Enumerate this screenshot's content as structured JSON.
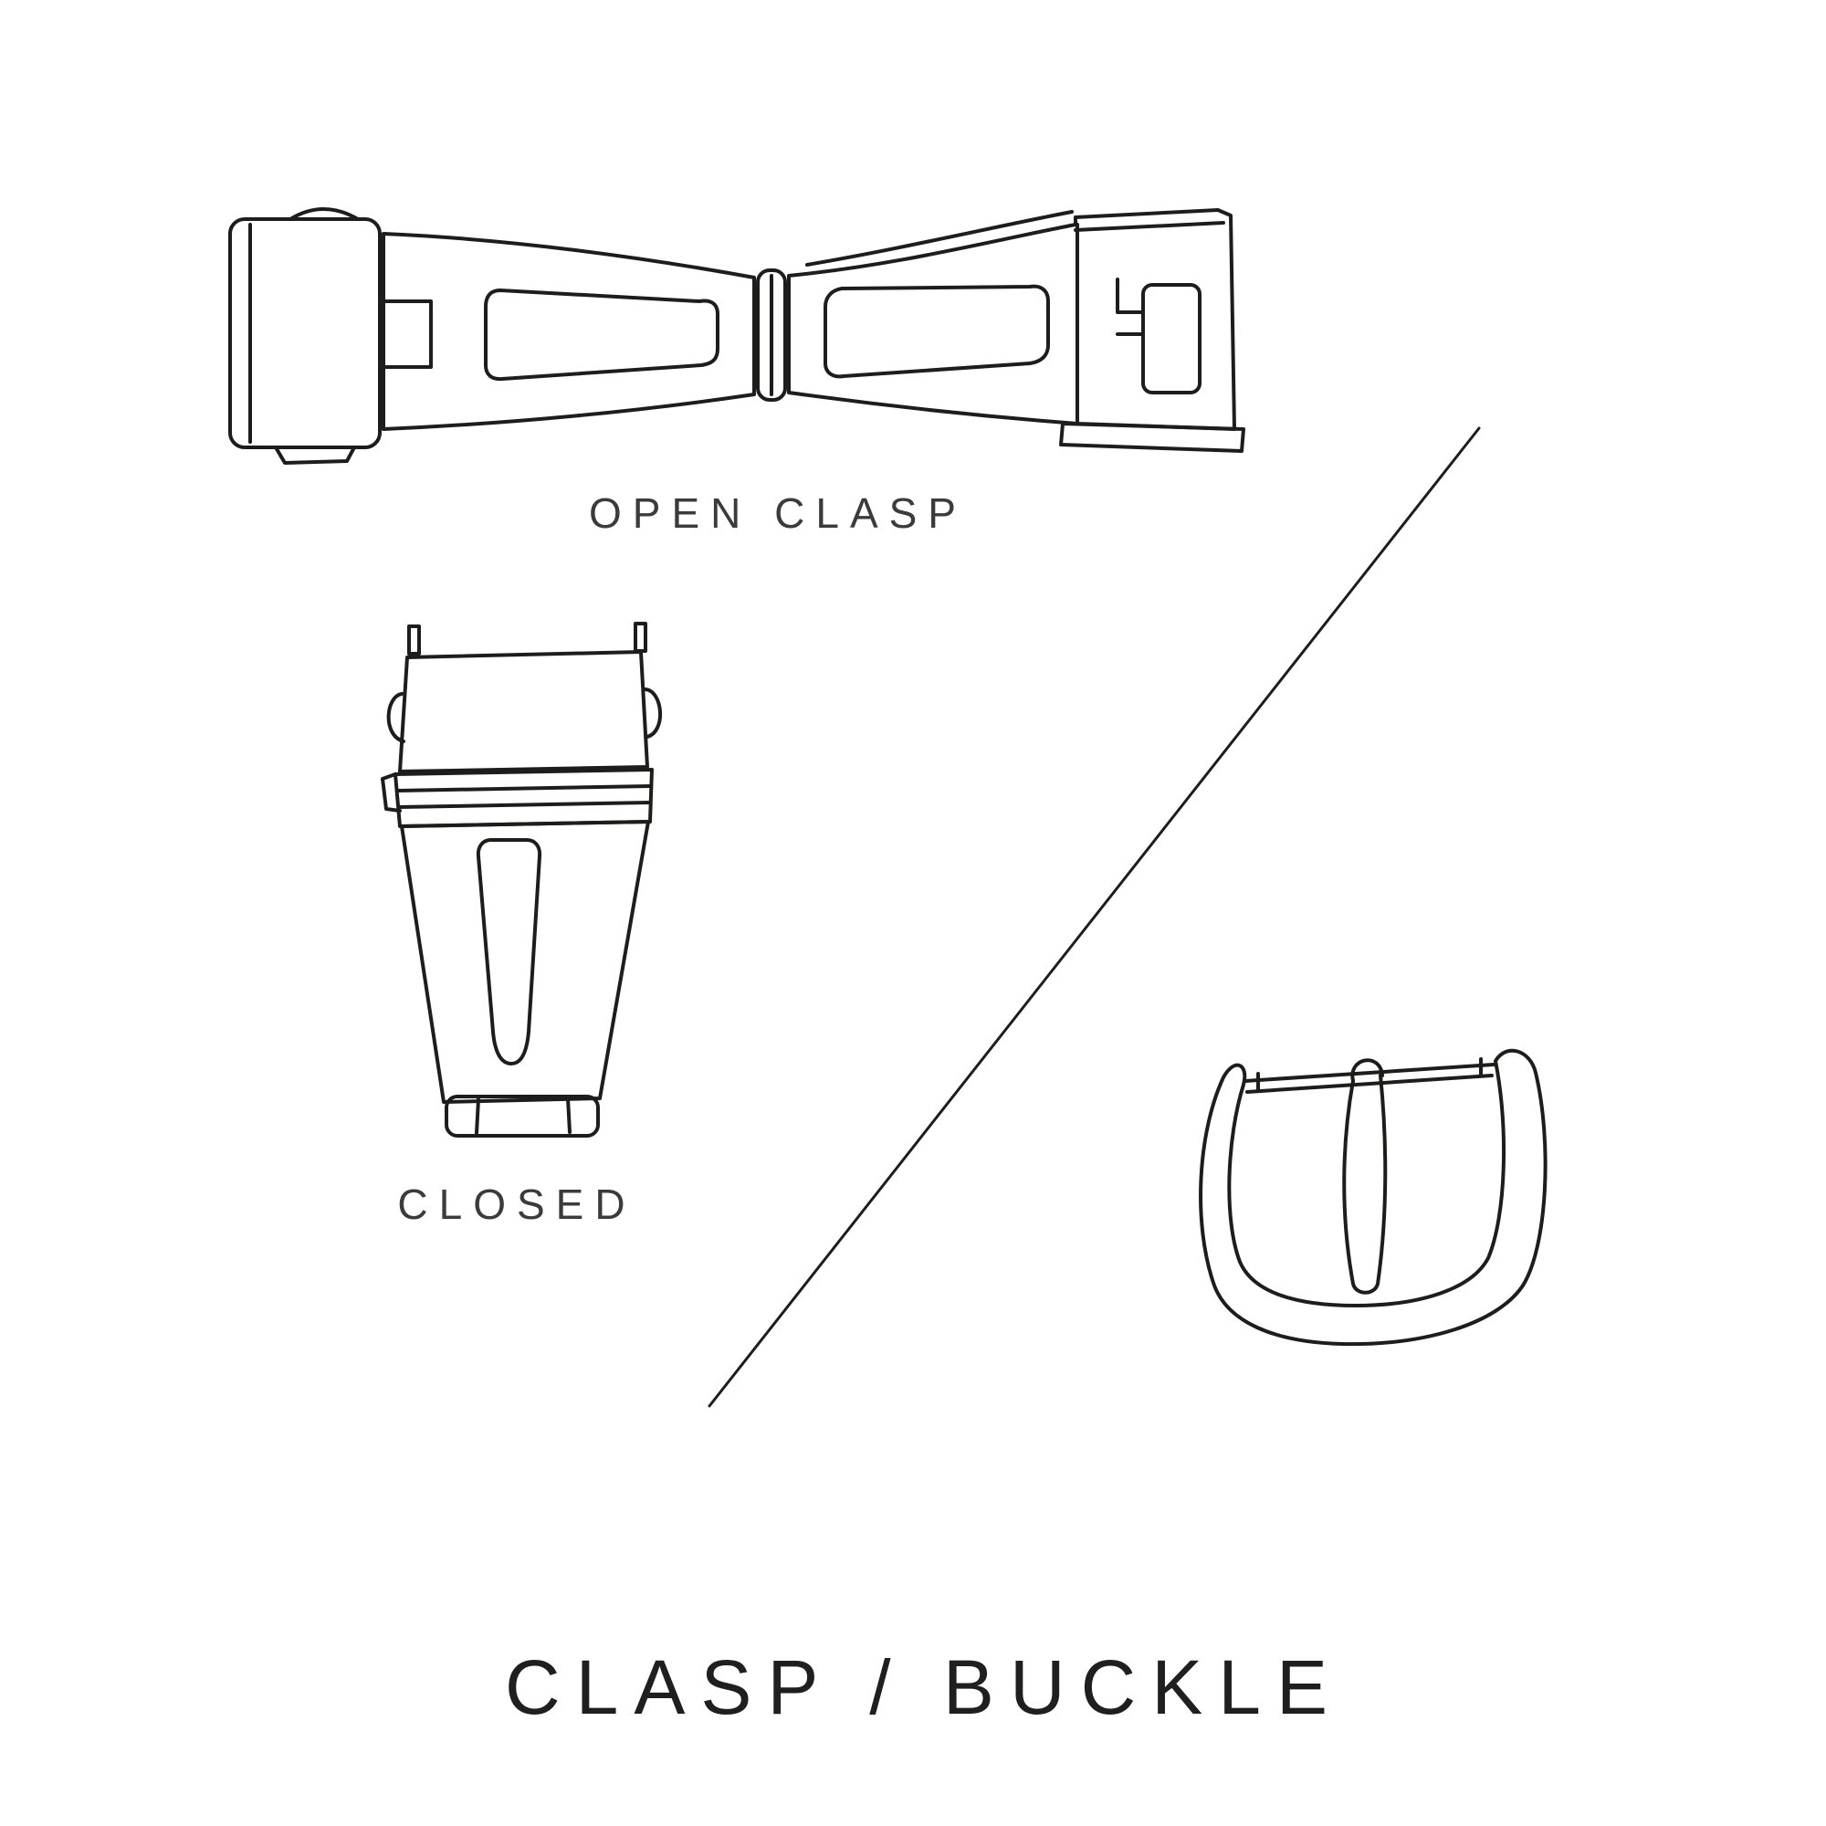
{
  "palette": {
    "background": "#ffffff",
    "line_color": "#1d1d1b",
    "caption_color": "#3b3b3b",
    "title_color": "#1f1f1f"
  },
  "figures": {
    "open_clasp": {
      "label": "OPEN CLASP"
    },
    "closed_clasp": {
      "label": "CLOSED"
    },
    "buckle": {
      "label": ""
    }
  },
  "title": "CLASP / BUCKLE"
}
